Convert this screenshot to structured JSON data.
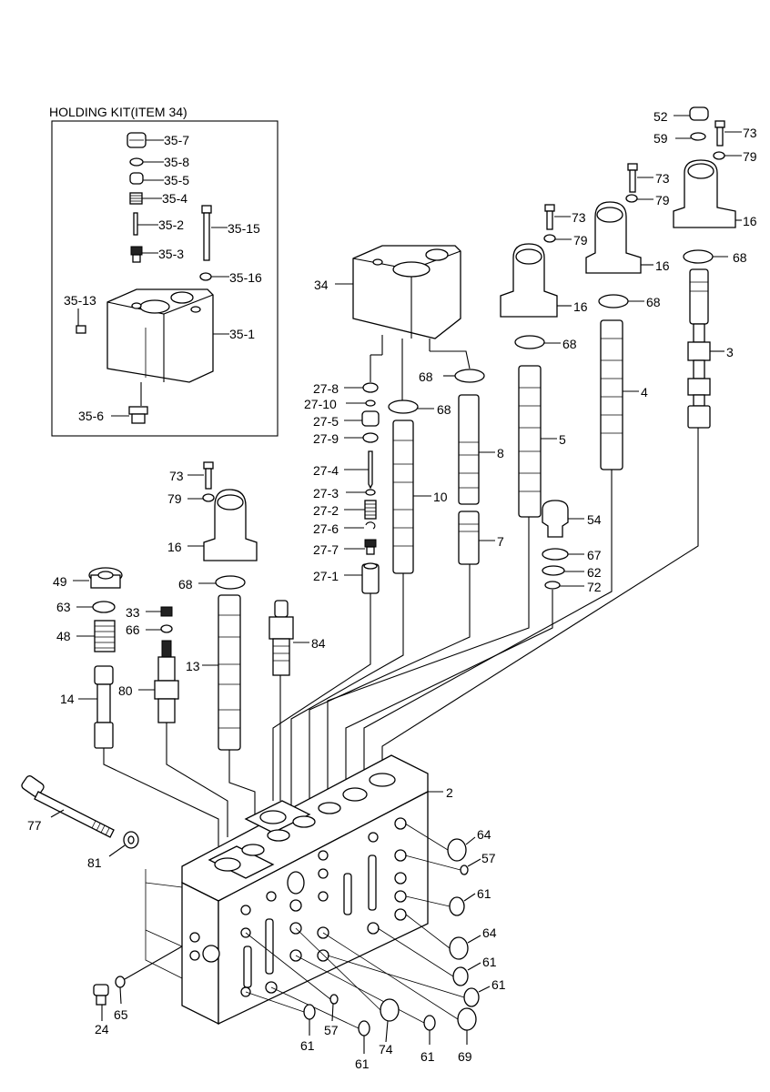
{
  "kit": {
    "title": "HOLDING KIT(ITEM 34)",
    "labels": [
      "35-7",
      "35-8",
      "35-5",
      "35-4",
      "35-2",
      "35-15",
      "35-3",
      "35-16",
      "35-13",
      "35-1",
      "35-6"
    ]
  },
  "labels": {
    "l52": "52",
    "l73a": "73",
    "l59": "59",
    "l79a": "79",
    "l73b": "73",
    "l79b": "79",
    "l16a": "16",
    "l73c": "73",
    "l79c": "79",
    "l16b": "16",
    "l68a": "68",
    "l16c": "16",
    "l68b": "68",
    "l34": "34",
    "l68c": "68",
    "l3": "3",
    "l68d": "68",
    "l4": "4",
    "l27_8": "27-8",
    "l27_10": "27-10",
    "l68e": "68",
    "l27_5": "27-5",
    "l27_9": "27-9",
    "l8": "8",
    "l5": "5",
    "l27_4": "27-4",
    "l73d": "73",
    "l10": "10",
    "l27_3": "27-3",
    "l79d": "79",
    "l27_2": "27-2",
    "l54": "54",
    "l27_6": "27-6",
    "l16d": "16",
    "l27_7": "27-7",
    "l7": "7",
    "l67": "67",
    "l27_1": "27-1",
    "l62": "62",
    "l49": "49",
    "l68f": "68",
    "l72": "72",
    "l63": "63",
    "l33": "33",
    "l66": "66",
    "l48": "48",
    "l84": "84",
    "l13": "13",
    "l80": "80",
    "l14": "14",
    "l2": "2",
    "l77": "77",
    "l64a": "64",
    "l81": "81",
    "l57a": "57",
    "l61a": "61",
    "l64b": "64",
    "l61b": "61",
    "l61c": "61",
    "l24": "24",
    "l65": "65",
    "l57b": "57",
    "l61d": "61",
    "l61e": "61",
    "l74": "74",
    "l61f": "61",
    "l69": "69"
  }
}
